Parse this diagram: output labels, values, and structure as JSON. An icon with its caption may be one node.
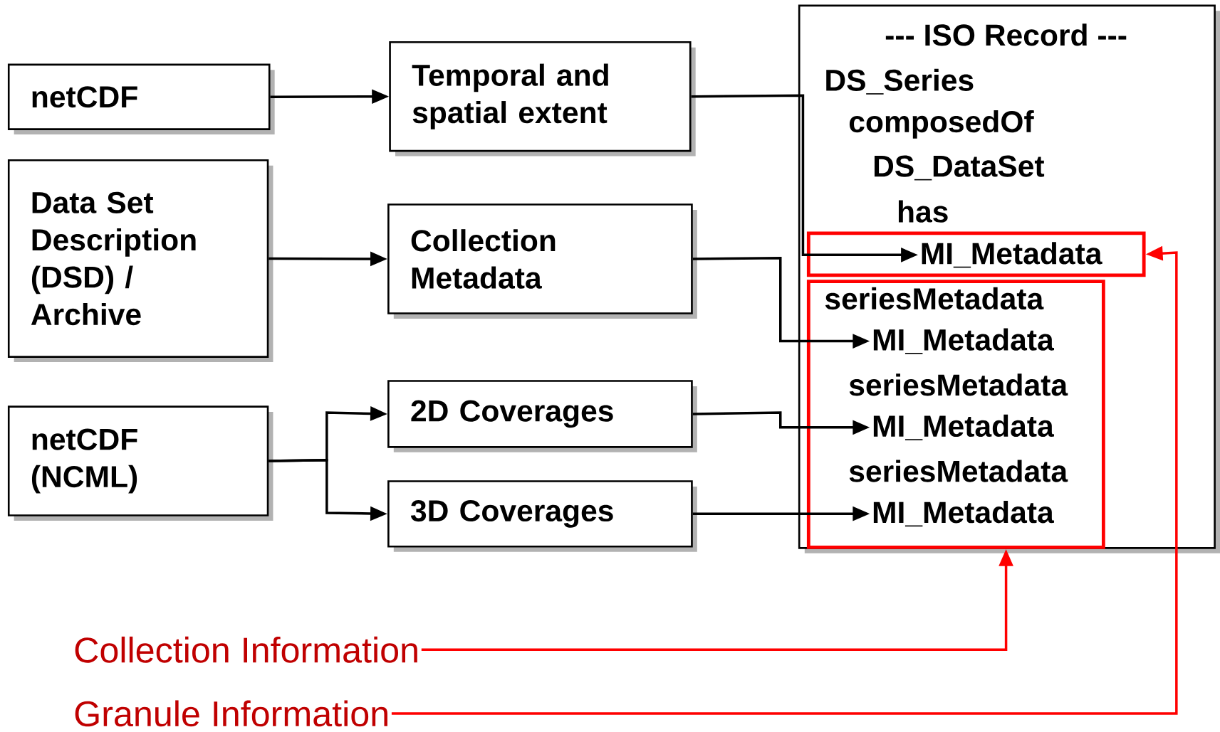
{
  "diagram": {
    "nodes": [
      {
        "text": [
          "netCDF"
        ]
      },
      {
        "text": [
          "Data Set Description (DSD) / Archive"
        ]
      },
      {
        "text": [
          "netCDF (NCML)"
        ]
      },
      {
        "text": [
          "Temporal and spatial extent"
        ]
      },
      {
        "text": [
          "Collection Metadata"
        ]
      },
      {
        "text": [
          "2D Coverages"
        ]
      },
      {
        "text": [
          "3D Coverages"
        ]
      },
      {
        "text": [
          "--- ISO Record ---",
          "DS_Series",
          "composedOf",
          "DS_DataSet",
          "has"
        ]
      },
      {
        "text": [],
        "shape": "box",
        "in": 7
      },
      {
        "text": [
          "MI_Metadata"
        ],
        "in": 8
      },
      {
        "text": [
          "seriesMetadata",
          "seriesMetadata",
          "seriesMetadata"
        ],
        "in": 7
      },
      {
        "text": [
          "MI_Metadata"
        ],
        "in": 10
      },
      {
        "text": [
          "MI_Metadata"
        ],
        "in": 10
      },
      {
        "text": [
          "MI_Metadata"
        ],
        "in": 10
      },
      {
        "text": [
          "Collection Information"
        ]
      },
      {
        "text": [
          "Granule Information"
        ]
      }
    ],
    "edges": [
      {
        "from": 0,
        "to": 3,
        "arrow": "to"
      },
      {
        "from": 1,
        "to": 4,
        "arrow": "to"
      },
      {
        "from": 2,
        "to": 5,
        "arrow": "to"
      },
      {
        "from": 2,
        "to": 6,
        "arrow": "to"
      },
      {
        "from": 3,
        "to": 9,
        "arrow": "to"
      },
      {
        "from": 4,
        "to": 11,
        "arrow": "to"
      },
      {
        "from": 5,
        "to": 12,
        "arrow": "to"
      },
      {
        "from": 6,
        "to": 13,
        "arrow": "to"
      },
      {
        "from": 14,
        "to": 10,
        "arrow": "to",
        "color": "#ff0000"
      },
      {
        "from": 15,
        "to": 8,
        "arrow": "to",
        "color": "#ff0000"
      }
    ]
  }
}
